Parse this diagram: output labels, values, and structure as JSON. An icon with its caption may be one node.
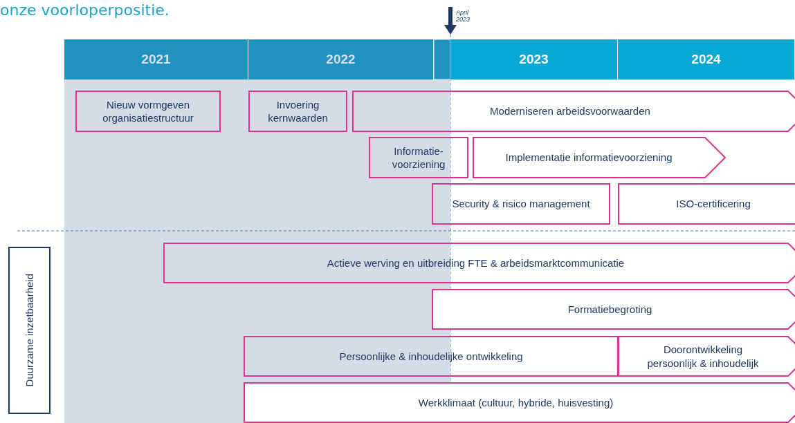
{
  "diagram": {
    "nodes": [
      {
        "text": [
          "2021"
        ]
      },
      {
        "text": [
          "2022"
        ]
      },
      {
        "text": [
          "2023"
        ]
      },
      {
        "text": [
          "2024"
        ]
      },
      {
        "text": [
          "Nieuw vormgeven organisatiestructuur"
        ]
      },
      {
        "text": [
          "Invoering kernwaarden"
        ]
      },
      {
        "text": [
          "Moderniseren arbeidsvoorwaarden"
        ]
      },
      {
        "text": [
          "Informatie-voorziening"
        ]
      },
      {
        "text": [
          "Implementatie informatievoorziening"
        ]
      },
      {
        "text": [
          "Security & risico management"
        ]
      },
      {
        "text": [
          "ISO-certificering"
        ]
      },
      {
        "text": [
          "Duurzame inzetbaarheid"
        ]
      },
      {
        "text": [
          "Actieve werving en uitbreiding FTE & arbeidsmarktcommunicatie"
        ]
      },
      {
        "text": [
          "Formatiebegroting"
        ]
      },
      {
        "text": [
          "Persoonlijke & inhoudelijke ontwikkeling"
        ]
      },
      {
        "text": [
          "Doorontwikkeling persoonlijk & inhoudelijk"
        ]
      },
      {
        "text": [
          "Werkklimaat (cultuur, hybride, huisvesting)"
        ]
      }
    ],
    "labels": [
      "onze voorloperpositie.",
      "April 2023"
    ]
  }
}
